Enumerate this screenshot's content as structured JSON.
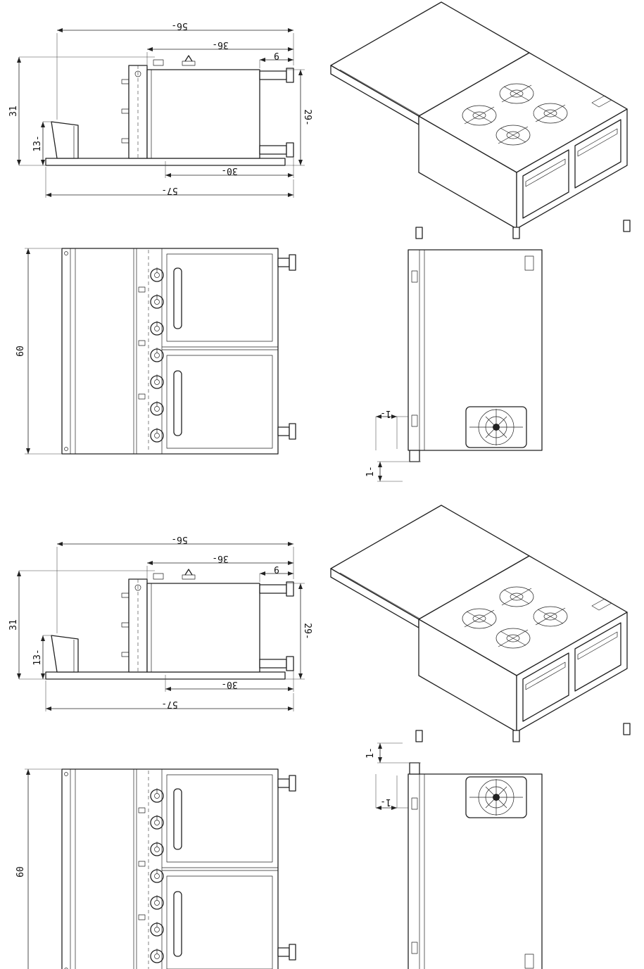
{
  "sheet": {
    "background": "#ffffff",
    "line_color": "#222222"
  },
  "dims": {
    "d56": "56-",
    "d36": "36-",
    "d9": "9",
    "d31": "31",
    "d13": "13-",
    "d29": "29-",
    "d30": "30-",
    "d57": "57-",
    "d60": "60",
    "d1a": "1-",
    "d1b": "1-"
  }
}
